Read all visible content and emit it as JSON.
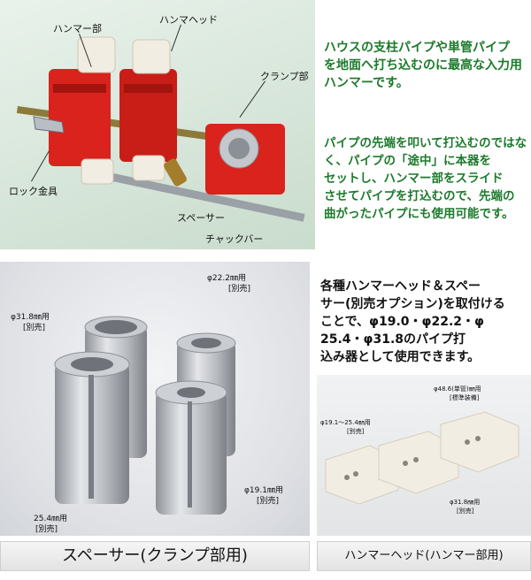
{
  "top_photo": {
    "labels": {
      "hammer_part": "ハンマー部",
      "hammer_head": "ハンマヘッド",
      "clamp_part": "クランプ部",
      "lock_fitting": "ロック金具",
      "spacer": "スペーサー",
      "chuck_bar": "チャックバー"
    }
  },
  "intro_text": [
    "ハウスの支柱パイプや単管パイプ",
    "を地面へ打ち込むのに最高な入力用",
    "ハンマーです。"
  ],
  "usage_text": [
    "パイプの先端を叩いて打込むのではな",
    "く、パイプの「途中」に本器を",
    "セットし、ハンマー部をスライド",
    "させてパイプを打込むので、先端の",
    "曲がったパイプにも使用可能です。"
  ],
  "option_text": [
    "各種ハンマーヘッド＆スペー",
    "サー(別売オプション)を取付ける",
    "ことで、φ19.0・φ22.2・φ",
    "25.4・φ31.8のパイプ打",
    "込み器として使用できます。"
  ],
  "spacer_photo": {
    "labels": {
      "s222": "φ22.2㎜用",
      "s222_sub": "[別売]",
      "s318": "φ31.8㎜用",
      "s318_sub": "[別売]",
      "s191": "φ19.1㎜用",
      "s191_sub": "[別売]",
      "s254": "25.4㎜用",
      "s254_sub": "[別売]"
    }
  },
  "head_photo": {
    "labels": {
      "h486": "φ48.6(単管)㎜用",
      "h486_sub": "[標準装備]",
      "h191": "φ19.1～25.4㎜用",
      "h191_sub": "[別売]",
      "h318": "φ31.8㎜用",
      "h318_sub": "[別売]"
    }
  },
  "captions": {
    "spacer": "スペーサー(クランプ部用)",
    "hammer_head": "ハンマーヘッド(ハンマー部用)"
  },
  "colors": {
    "body_red": "#d9231c",
    "text_green": "#1d7a2c",
    "head_white": "#f2ede2",
    "metal": "#b9bcc1"
  }
}
